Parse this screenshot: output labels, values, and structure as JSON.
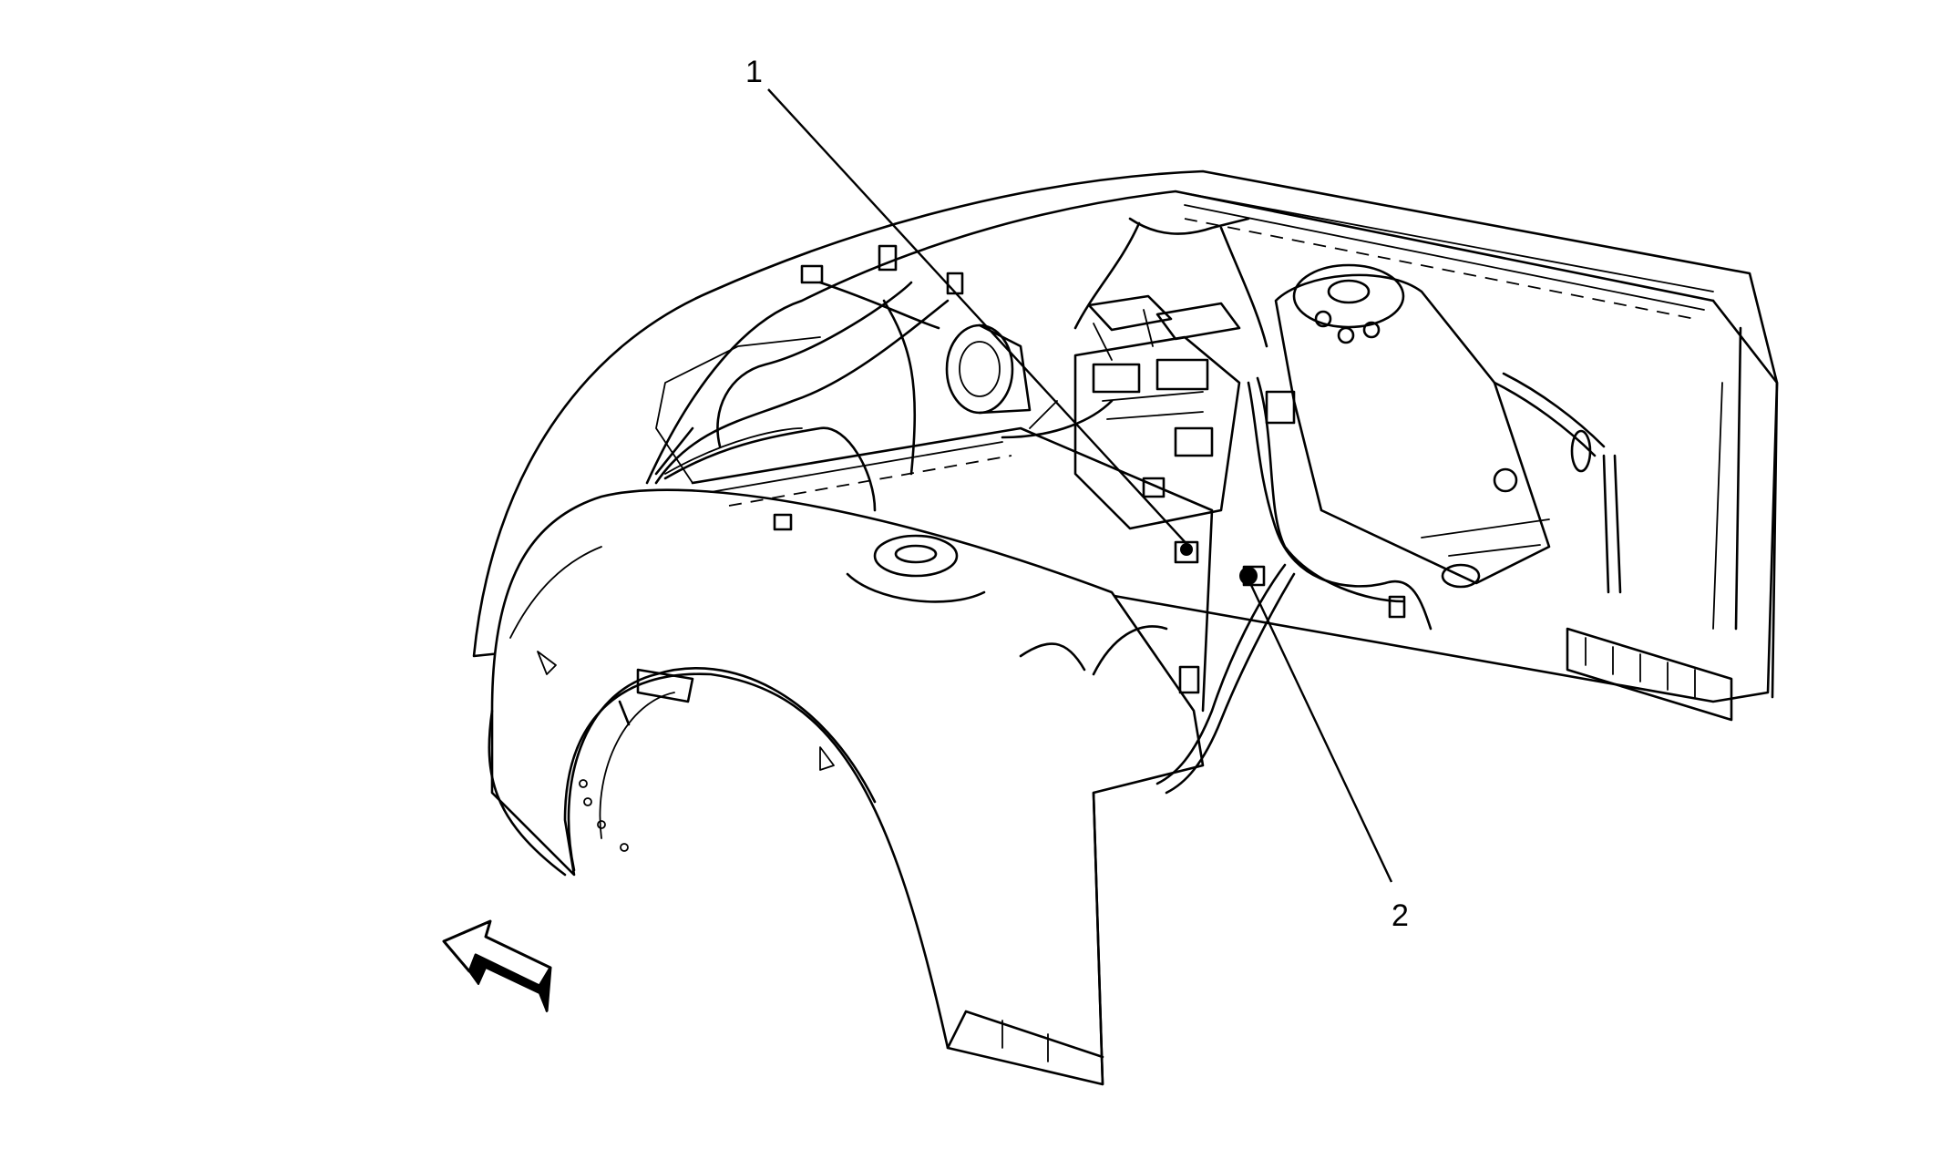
{
  "diagram": {
    "callouts": [
      {
        "id": "1",
        "label": "1"
      },
      {
        "id": "2",
        "label": "2"
      }
    ],
    "colors": {
      "line": "#000000",
      "background": "#ffffff"
    },
    "icons": [
      "forward-direction-arrow-icon"
    ]
  }
}
